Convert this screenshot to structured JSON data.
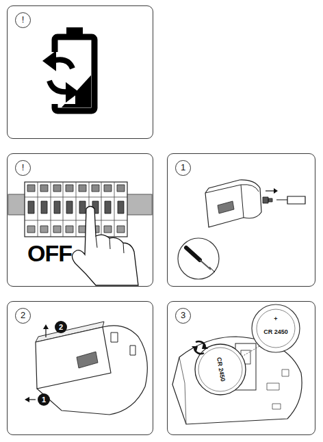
{
  "diagram": {
    "nodes": [
      {
        "text": [
          "!"
        ]
      },
      {
        "text": [
          "!",
          "OFF"
        ]
      },
      {
        "text": [
          "1"
        ]
      },
      {
        "text": [
          "2"
        ]
      },
      {
        "text": [
          "3"
        ]
      }
    ],
    "labels": [
      "2",
      "1",
      "CR 2450",
      "+",
      "CR 2450"
    ]
  }
}
